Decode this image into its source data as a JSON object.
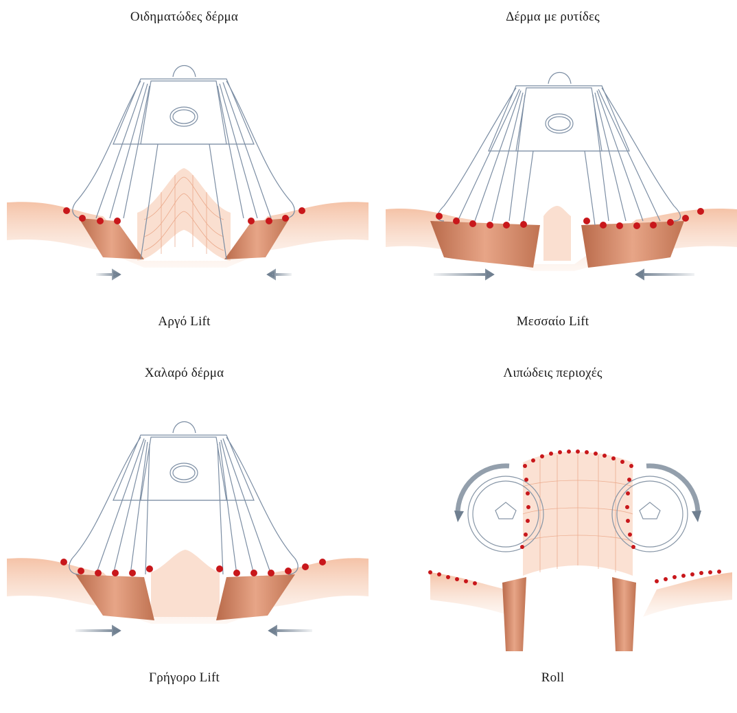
{
  "panels": [
    {
      "title": "Οιδηματώδες δέρμα",
      "caption": "Αργό Lift"
    },
    {
      "title": "Δέρμα με ρυτίδες",
      "caption": "Μεσσαίο Lift"
    },
    {
      "title": "Χαλαρό δέρμα",
      "caption": "Γρήγορο Lift"
    },
    {
      "title": "Λιπώδεις περιοχές",
      "caption": "Roll"
    }
  ],
  "colors": {
    "skin": "#f6cdb5",
    "skin_line": "#e79b78",
    "roller": "#d98a67",
    "dot": "#c8171b",
    "frame": "#7b8da3",
    "arrow": "#6f7f90"
  }
}
